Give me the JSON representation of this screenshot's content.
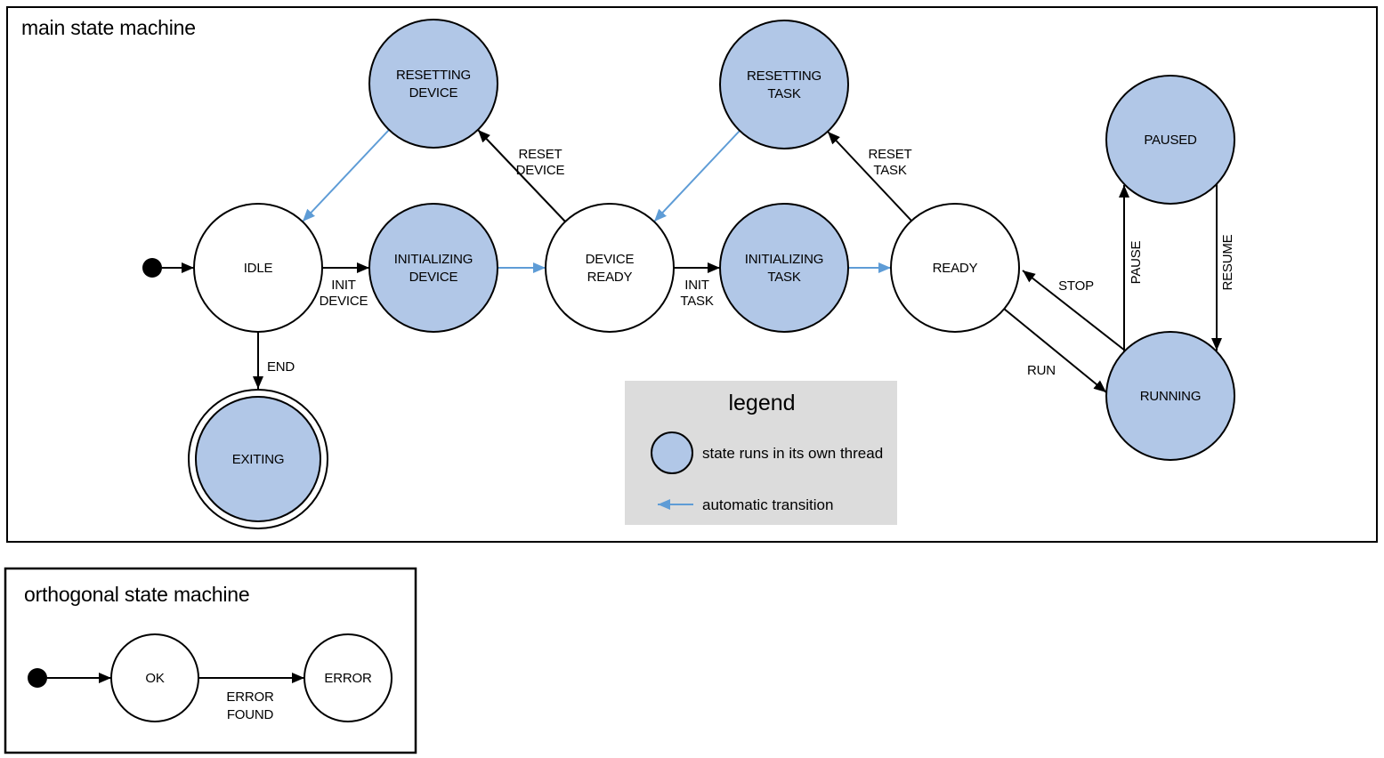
{
  "colors": {
    "threaded_state_fill": "#b1c7e7",
    "plain_state_fill": "#ffffff",
    "stroke": "#000000",
    "automatic_transition": "#5e9cd6",
    "legend_background": "#dcdcdc"
  },
  "main": {
    "title": "main state machine",
    "states": [
      {
        "id": "idle",
        "lines": [
          "IDLE"
        ]
      },
      {
        "id": "resetting-device",
        "lines": [
          "RESETTING",
          "DEVICE"
        ]
      },
      {
        "id": "initializing-device",
        "lines": [
          "INITIALIZING",
          "DEVICE"
        ]
      },
      {
        "id": "device-ready",
        "lines": [
          "DEVICE",
          "READY"
        ]
      },
      {
        "id": "resetting-task",
        "lines": [
          "RESETTING",
          "TASK"
        ]
      },
      {
        "id": "initializing-task",
        "lines": [
          "INITIALIZING",
          "TASK"
        ]
      },
      {
        "id": "ready",
        "lines": [
          "READY"
        ]
      },
      {
        "id": "paused",
        "lines": [
          "PAUSED"
        ]
      },
      {
        "id": "running",
        "lines": [
          "RUNNING"
        ]
      },
      {
        "id": "exiting",
        "lines": [
          "EXITING"
        ]
      }
    ],
    "transitions": {
      "init_device": [
        "INIT",
        "DEVICE"
      ],
      "reset_device": [
        "RESET",
        "DEVICE"
      ],
      "init_task": [
        "INIT",
        "TASK"
      ],
      "reset_task": [
        "RESET",
        "TASK"
      ],
      "stop": "STOP",
      "run": "RUN",
      "pause": "PAUSE",
      "resume": "RESUME",
      "end": "END"
    }
  },
  "legend": {
    "title": "legend",
    "thread_label": "state runs in its own thread",
    "auto_label": "automatic transition"
  },
  "ortho": {
    "title": "orthogonal state machine",
    "states": [
      {
        "id": "ok",
        "lines": [
          "OK"
        ]
      },
      {
        "id": "error",
        "lines": [
          "ERROR"
        ]
      }
    ],
    "transitions": {
      "error_found": [
        "ERROR",
        "FOUND"
      ]
    }
  }
}
